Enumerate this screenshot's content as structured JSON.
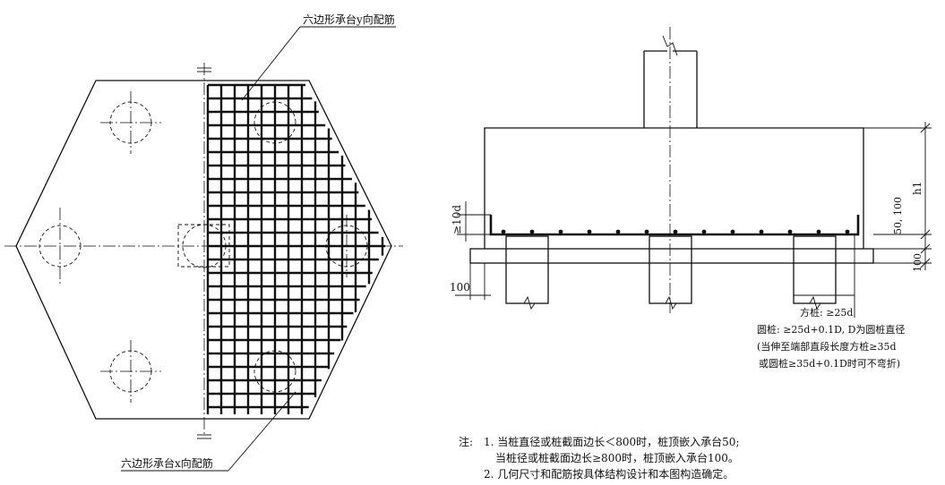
{
  "labels": {
    "y_rebar": "六边形承台y向配筋",
    "x_rebar": "六边形承台x向配筋",
    "dim_10d": "≥10d",
    "dim_50_100": "50, 100",
    "dim_h1": "h1",
    "dim_100_left": "100",
    "dim_100_right": "100",
    "square_pile": "方桩: ≥25d",
    "round_pile": "圆桩: ≥25d+0.1D, D为圆桩直径",
    "bend_line1": "(当伸至端部直段长度方桩≥35d",
    "bend_line2": "或圆桩≥35d+0.1D时可不弯折)"
  },
  "notes": {
    "prefix": "注:",
    "n1a": "1. 当桩直径或桩截面边长＜800时，桩顶嵌入承台50;",
    "n1b": "当桩径或桩截面边长≥800时，桩顶嵌入承台100。",
    "n2": "2. 几何尺寸和配筋按具体结构设计和本图构造确定。"
  }
}
